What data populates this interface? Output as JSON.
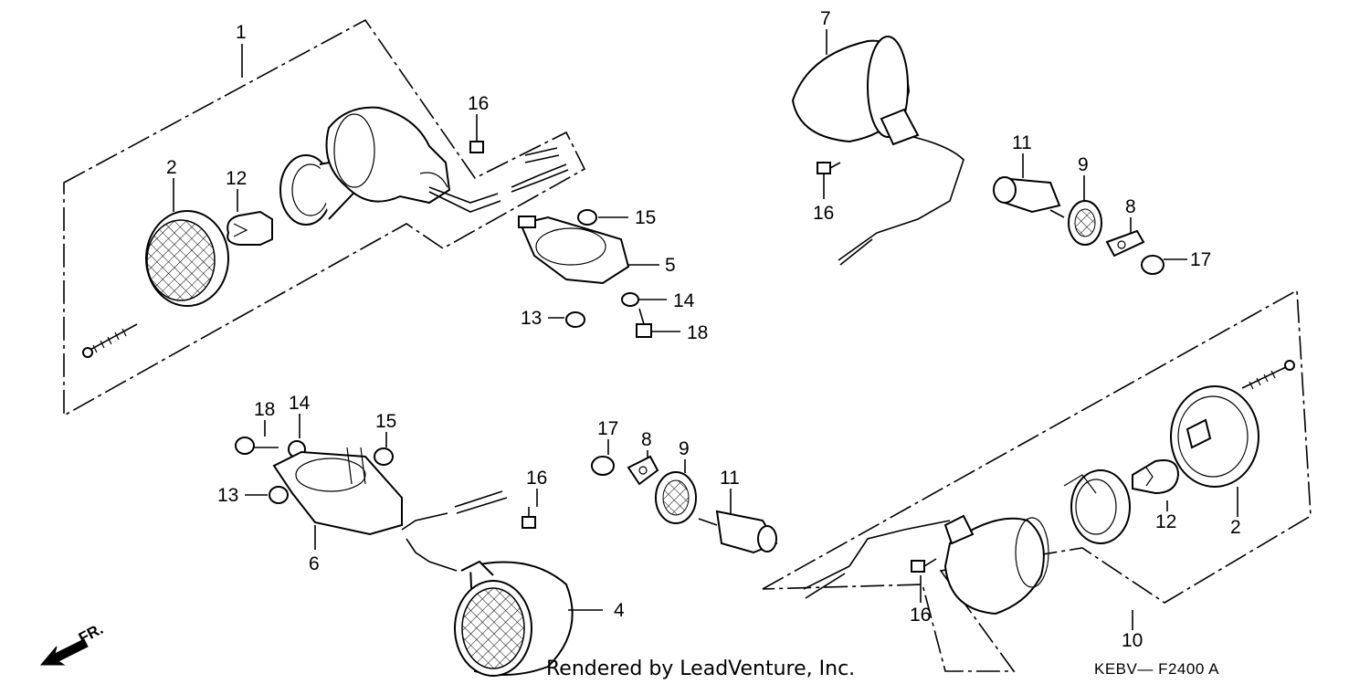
{
  "callouts": {
    "c1": "1",
    "c2a": "2",
    "c12a": "12",
    "c16a": "16",
    "c15a": "15",
    "c5": "5",
    "c14a": "14",
    "c13a": "13",
    "c18a": "18",
    "c7": "7",
    "c16b": "16",
    "c11a": "11",
    "c9a": "9",
    "c8a": "8",
    "c17a": "17",
    "c18b": "18",
    "c14b": "14",
    "c15b": "15",
    "c13b": "13",
    "c6": "6",
    "c16c": "16",
    "c17b": "17",
    "c8b": "8",
    "c9b": "9",
    "c11b": "11",
    "c4": "4",
    "c12b": "12",
    "c2b": "2",
    "c16d": "16",
    "c10": "10"
  },
  "footer": {
    "credit": "Rendered by LeadVenture, Inc.",
    "code": "KEBV— F2400 A",
    "direction": "FR."
  }
}
